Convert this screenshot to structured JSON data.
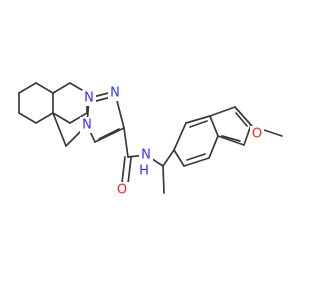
{
  "molecule": {
    "atoms": [
      {
        "name": "n1",
        "label": "N"
      },
      {
        "name": "n2",
        "label": "N"
      },
      {
        "name": "n3",
        "label": "N"
      },
      {
        "name": "amide-n",
        "label": "N"
      },
      {
        "name": "amide-h",
        "label": "H"
      },
      {
        "name": "carbonyl-o",
        "label": "O"
      },
      {
        "name": "ether-o",
        "label": "O"
      }
    ],
    "colors": {
      "bond": "#3a3a3a",
      "nitrogen": "#3030ff",
      "oxygen": "#ff1f1f",
      "background": "#ffffff"
    }
  }
}
